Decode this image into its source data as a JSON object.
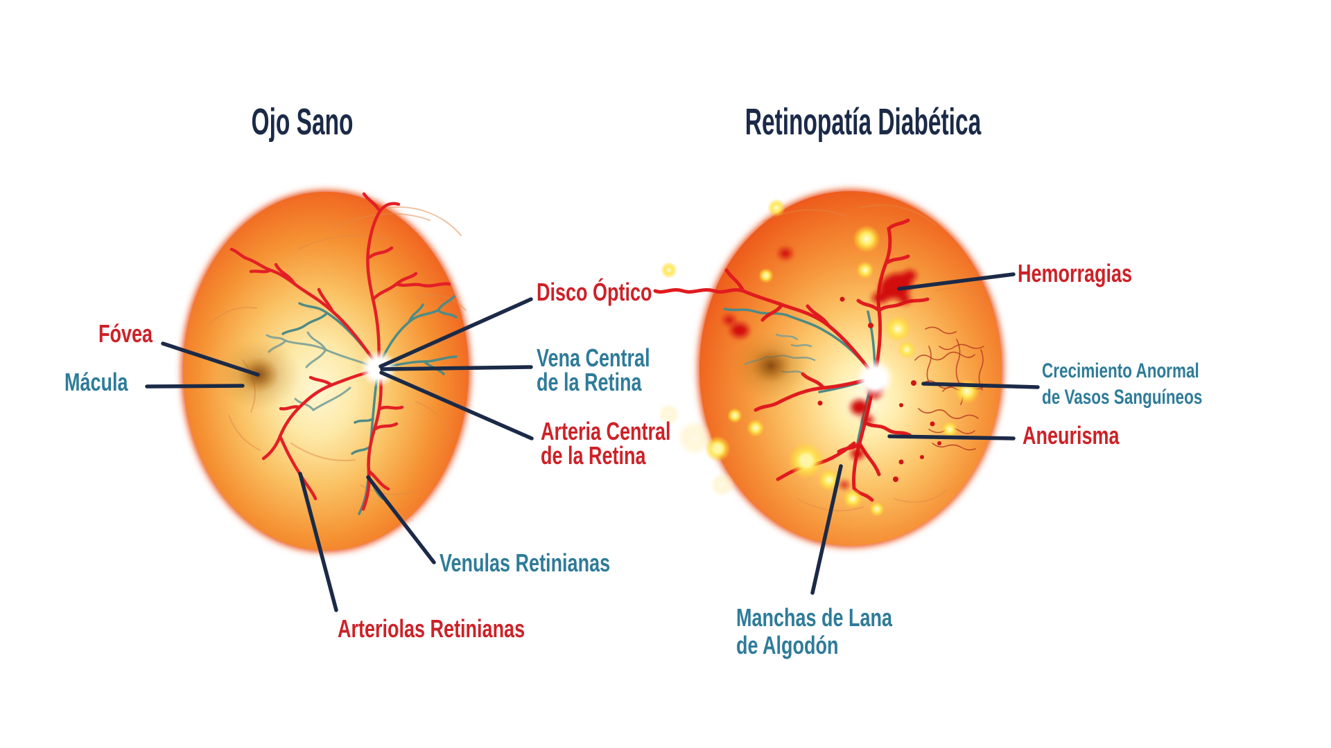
{
  "panels": {
    "healthy": {
      "title": "Ojo Sano",
      "labels": {
        "fovea": {
          "text": "Fóvea",
          "color": "#cd2127"
        },
        "macula": {
          "text": "Mácula",
          "color": "#2e7b99"
        },
        "disco": {
          "text": "Disco Óptico",
          "color": "#cd2127"
        },
        "vena": {
          "text": "Vena Central\nde la Retina",
          "color": "#2e7b99"
        },
        "arteria": {
          "text": "Arteria Central\nde la Retina",
          "color": "#cd2127"
        },
        "venulas": {
          "text": "Venulas Retinianas",
          "color": "#2e7b99"
        },
        "arteriolas": {
          "text": "Arteriolas Retinianas",
          "color": "#cd2127"
        }
      }
    },
    "diabetic": {
      "title": "Retinopatía Diabética",
      "labels": {
        "hemorragias": {
          "text": "Hemorragias",
          "color": "#cd2127"
        },
        "crecimiento": {
          "text": "Crecimiento Anormal\nde Vasos Sanguíneos",
          "color": "#2e7b99"
        },
        "aneurisma": {
          "text": "Aneurisma",
          "color": "#cd2127"
        },
        "manchas": {
          "text": "Manchas de Lana\nde Algodón",
          "color": "#2e7b99"
        }
      }
    }
  },
  "colors": {
    "title_navy": "#1b2a47",
    "label_red": "#cd2127",
    "label_teal": "#2e7b99",
    "leader_line": "#1b2a47",
    "eye_rim": "#e8430f",
    "artery_red": "#e31f26",
    "vein_teal": "#4e8b85",
    "exudate_yellow": "#ffd61e",
    "hemorrhage_red": "#d21111",
    "background": "#ffffff"
  }
}
